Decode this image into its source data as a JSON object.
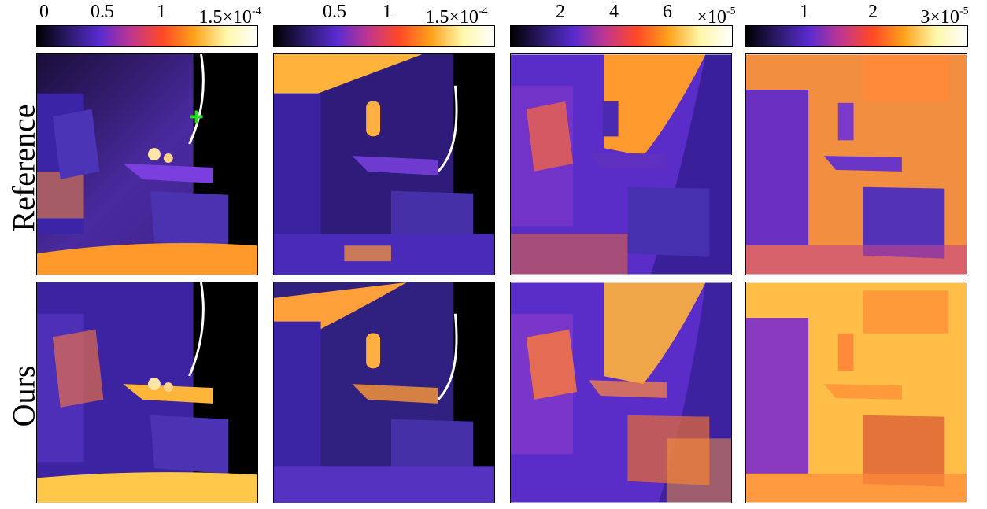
{
  "rows": [
    {
      "label": "Reference"
    },
    {
      "label": "Ours"
    }
  ],
  "colorbars": [
    {
      "ticks": [
        "0",
        "0.5",
        "1",
        "1.5×10"
      ],
      "exponent": "-4"
    },
    {
      "ticks": [
        "0.5",
        "1",
        "1.5×10"
      ],
      "exponent": "-4"
    },
    {
      "ticks": [
        "2",
        "4",
        "6",
        "×10"
      ],
      "exponent": "-5"
    },
    {
      "ticks": [
        "1",
        "2",
        "3×10"
      ],
      "exponent": "-5"
    }
  ],
  "colormap": [
    "#000000",
    "#2b1a6b",
    "#5a2bd1",
    "#c0368f",
    "#ff4a25",
    "#ffa21c",
    "#fff7a8",
    "#ffffff"
  ],
  "marker": {
    "color": "#22dd22",
    "icon": "plus-marker-icon"
  }
}
